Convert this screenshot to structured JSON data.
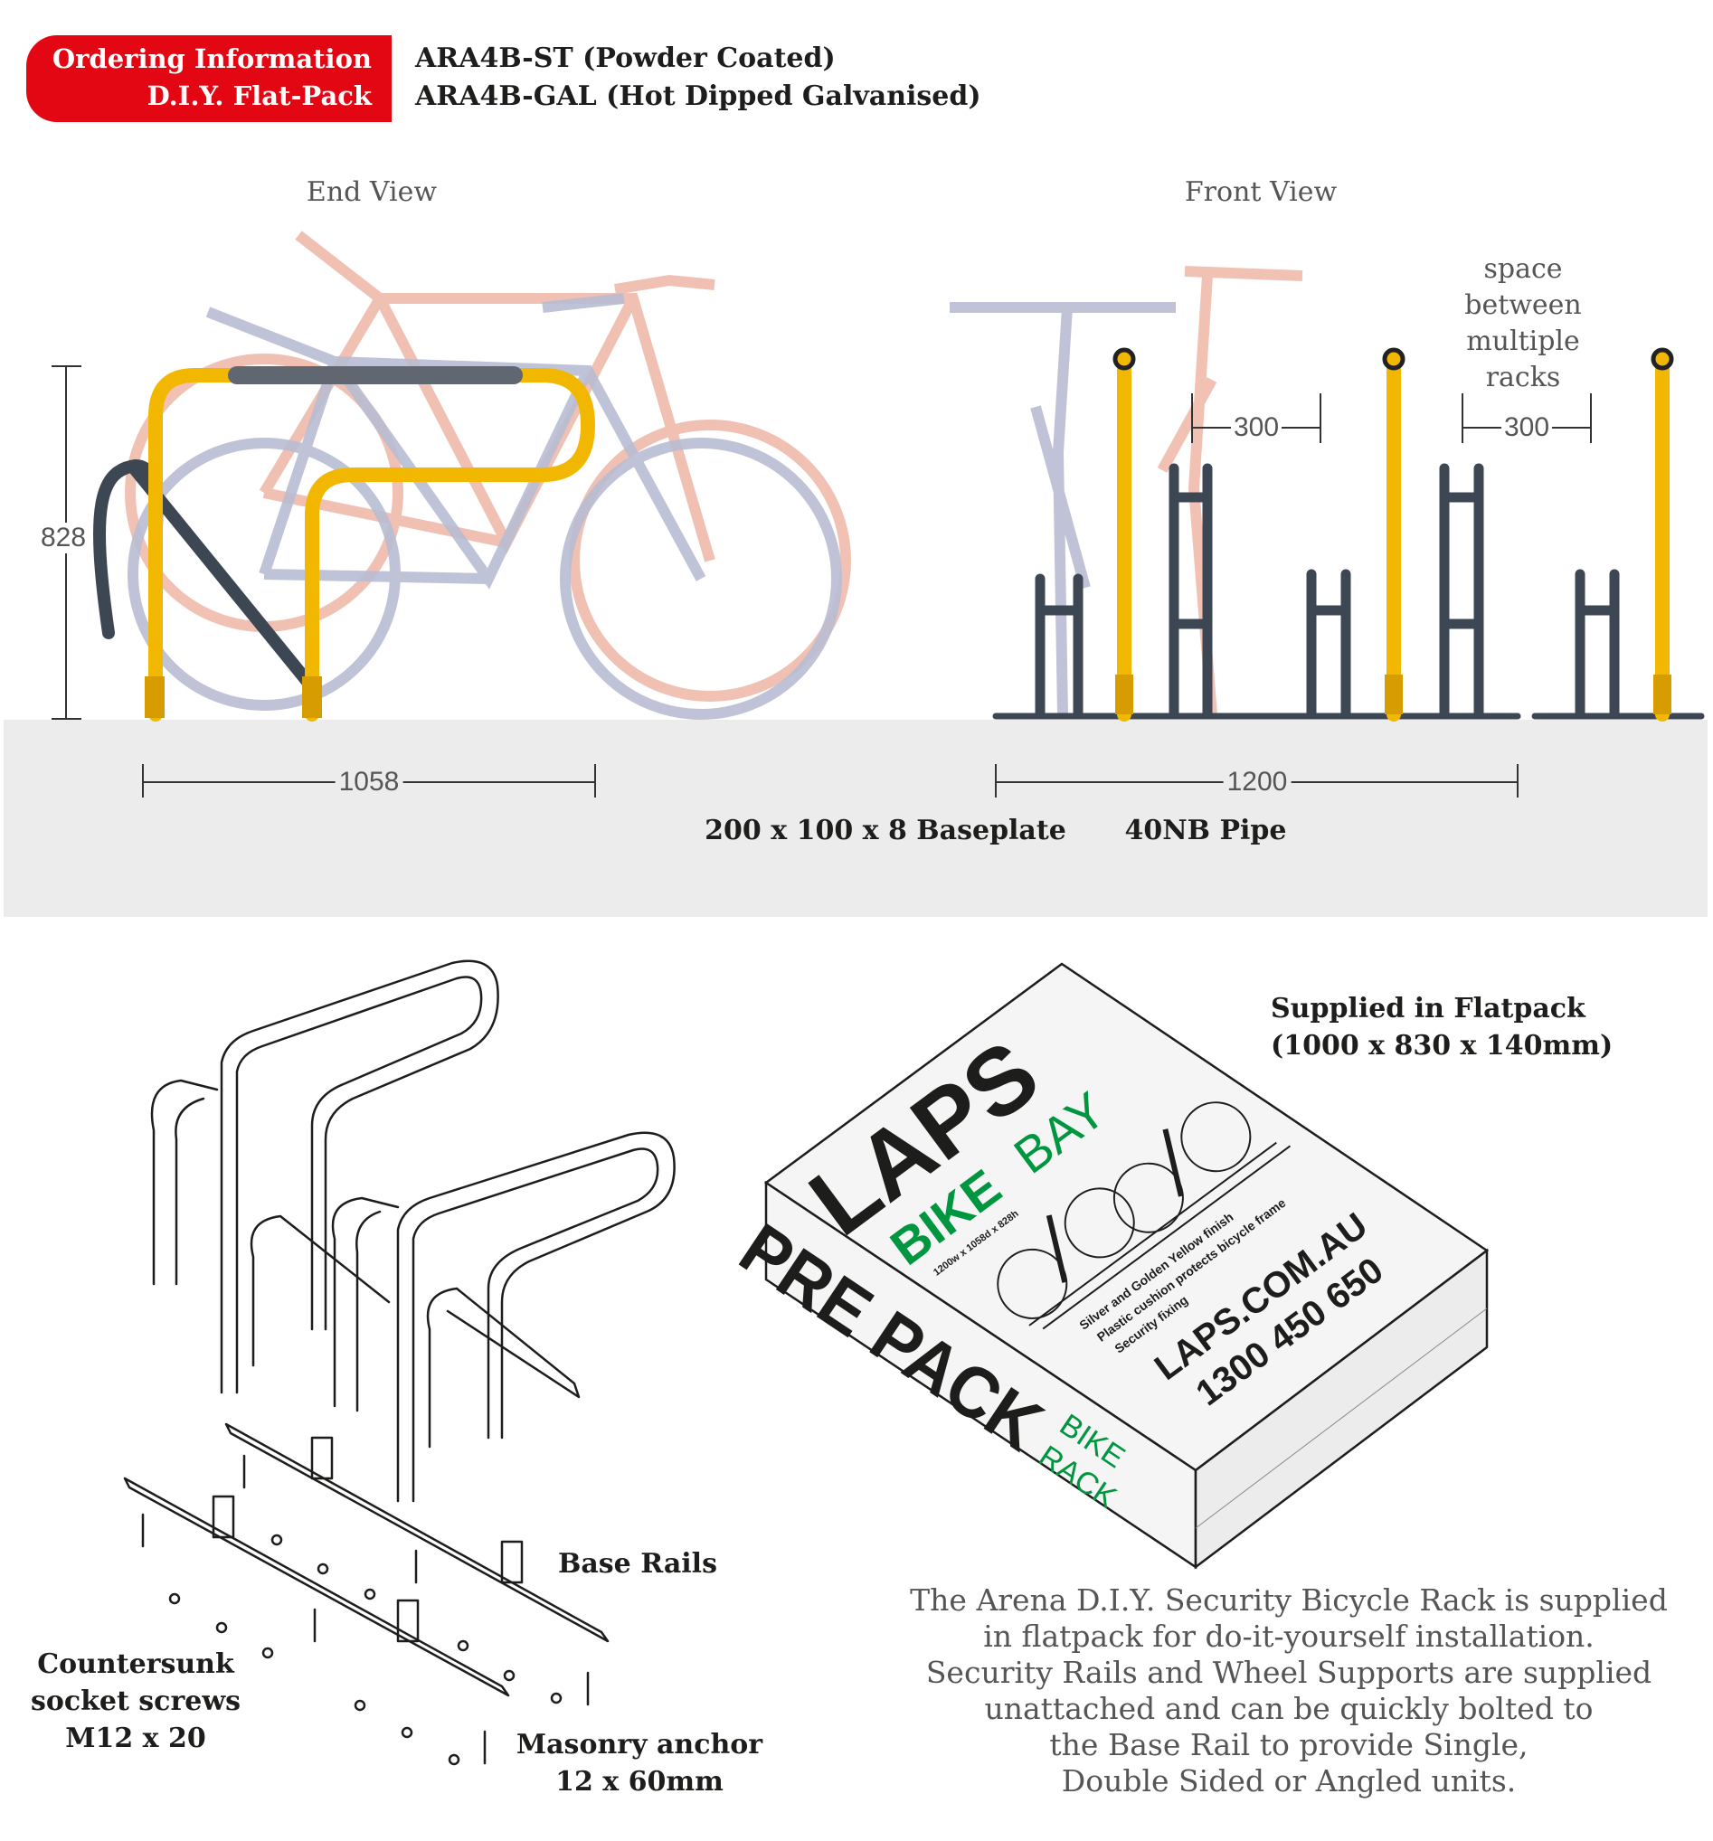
{
  "header": {
    "badge_line1": "Ordering Information",
    "badge_line2": "D.I.Y. Flat-Pack",
    "codes": [
      "ARA4B-ST (Powder Coated)",
      "ARA4B-GAL (Hot Dipped Galvanised)"
    ],
    "badge_color": "#e30613"
  },
  "end_view": {
    "title": "End View",
    "height_dim": "828",
    "depth_dim": "1058"
  },
  "front_view": {
    "title": "Front View",
    "width_dim": "1200",
    "gap_dim_1": "300",
    "gap_dim_2": "300",
    "spacing_note": [
      "space",
      "between",
      "multiple",
      "racks"
    ]
  },
  "specs": {
    "baseplate": "200 x 100 x 8 Baseplate",
    "pipe": "40NB Pipe"
  },
  "flatpack": {
    "title_line1": "Supplied in Flatpack",
    "title_line2": "(1000 x 830 x 140mm)",
    "box": {
      "brand": "LAPS",
      "sub_brand_bold": "BIKE",
      "sub_brand_light": "BAY",
      "dimensions": "1200w x 1058d x 828h",
      "features": [
        "Silver and Golden Yellow finish",
        "Plastic cushion protects bicycle frame",
        "Security fixing"
      ],
      "website": "LAPS.COM.AU",
      "phone": "1300 450 650",
      "side_title": "PRE PACK",
      "side_sub1": "BIKE",
      "side_sub2": "RACK"
    },
    "description": [
      "The Arena D.I.Y. Security Bicycle Rack is supplied",
      "in flatpack for do-it-yourself installation.",
      "Security Rails and Wheel Supports are supplied",
      "unattached and can be quickly bolted to",
      "the Base Rail to provide Single,",
      "Double Sided or Angled units."
    ]
  },
  "parts": {
    "base_rails": "Base Rails",
    "screws": [
      "Countersunk",
      "socket screws",
      "M12 x 20"
    ],
    "anchor": [
      "Masonry anchor",
      "12 x 60mm"
    ]
  },
  "colors": {
    "yellow_rail": "#f2b700",
    "dark_rail": "#3d4653",
    "ground": "#ececec",
    "bike_pink": "#eeb7a6",
    "bike_blue": "#b9bdd3",
    "green": "#009640"
  }
}
